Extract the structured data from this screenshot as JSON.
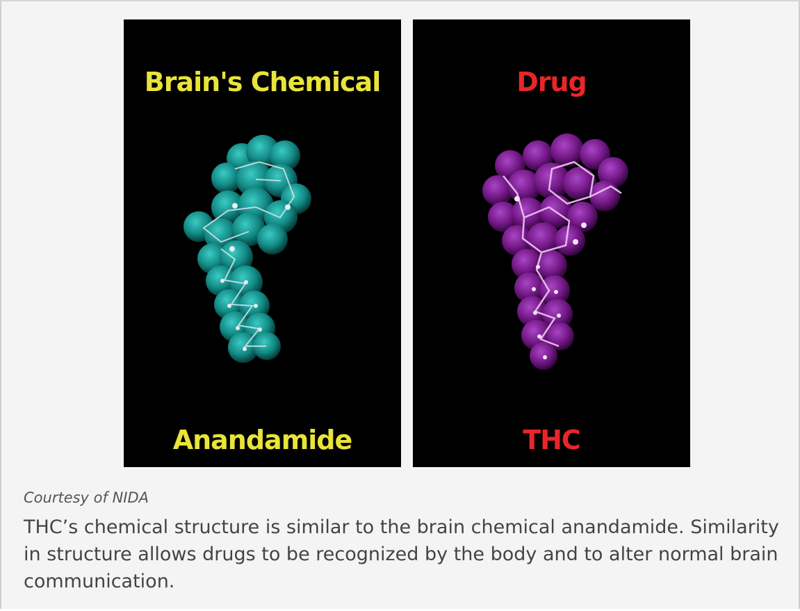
{
  "figure": {
    "left_panel": {
      "title": "Brain's Chemical",
      "name": "Anandamide",
      "title_color": "#e8e43a",
      "molecule_color": "#1a9c98"
    },
    "right_panel": {
      "title": "Drug",
      "name": "THC",
      "title_color": "#e8262a",
      "molecule_color": "#8a1f9a"
    },
    "credit": "Courtesy of NIDA",
    "caption": "THC’s chemical structure is similar to the brain chemical anandamide. Similarity in structure allows drugs to be recognized by the body and to alter normal brain communication."
  }
}
